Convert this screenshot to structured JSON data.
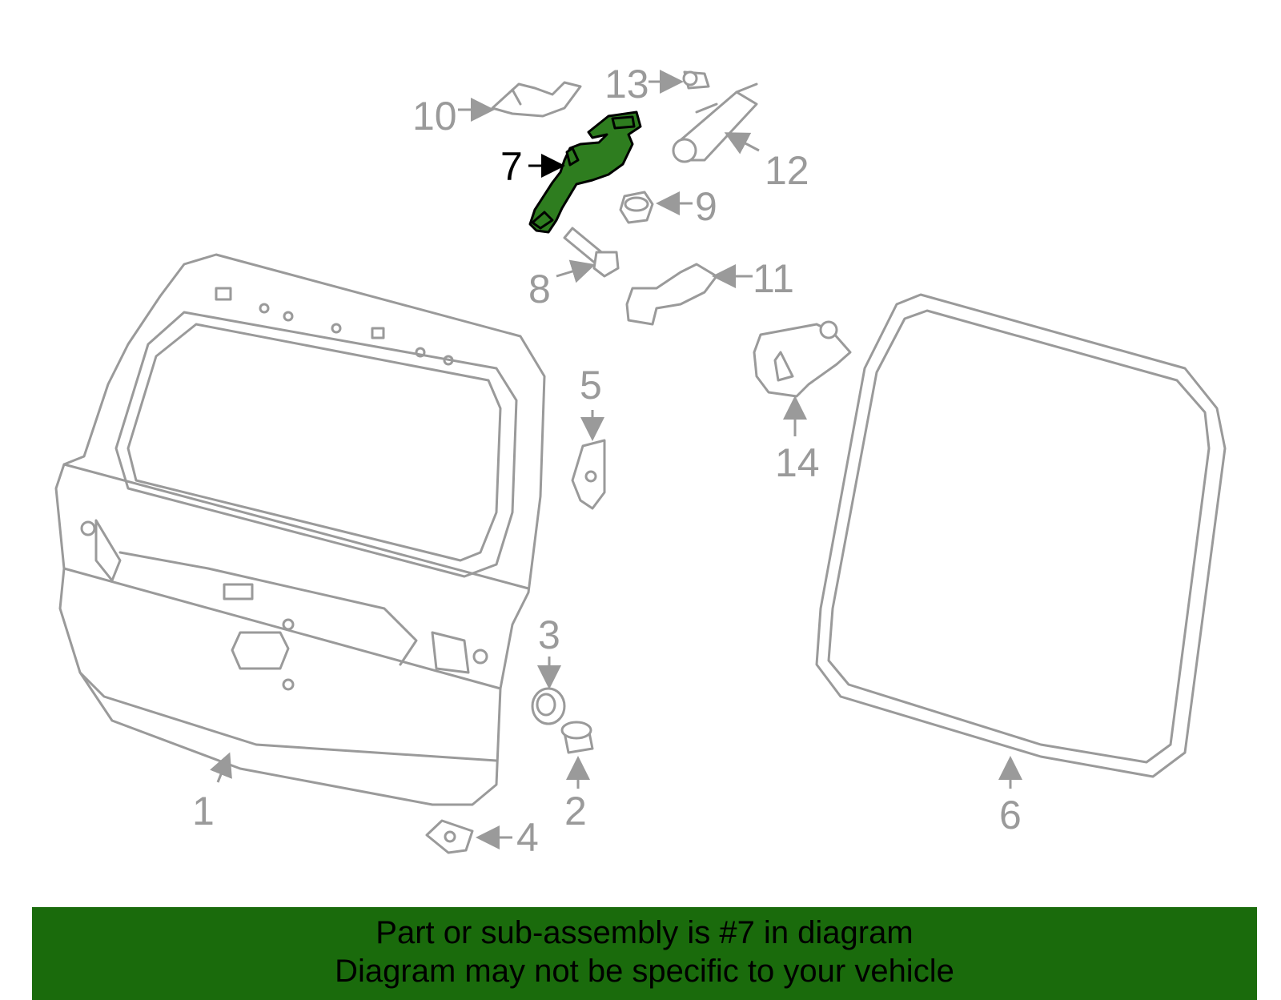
{
  "diagram": {
    "highlight_color": "#2e7d1f",
    "part_color": "#9a9a9a",
    "callouts": {
      "c1": "1",
      "c2": "2",
      "c3": "3",
      "c4": "4",
      "c5": "5",
      "c6": "6",
      "c7": "7",
      "c8": "8",
      "c9": "9",
      "c10": "10",
      "c11": "11",
      "c12": "12",
      "c13": "13",
      "c14": "14"
    },
    "highlighted_part": "7"
  },
  "banner": {
    "background": "#1a6b0c",
    "line1": "Part or sub-assembly is #7 in diagram",
    "line2": "Diagram may not be specific to your vehicle"
  }
}
